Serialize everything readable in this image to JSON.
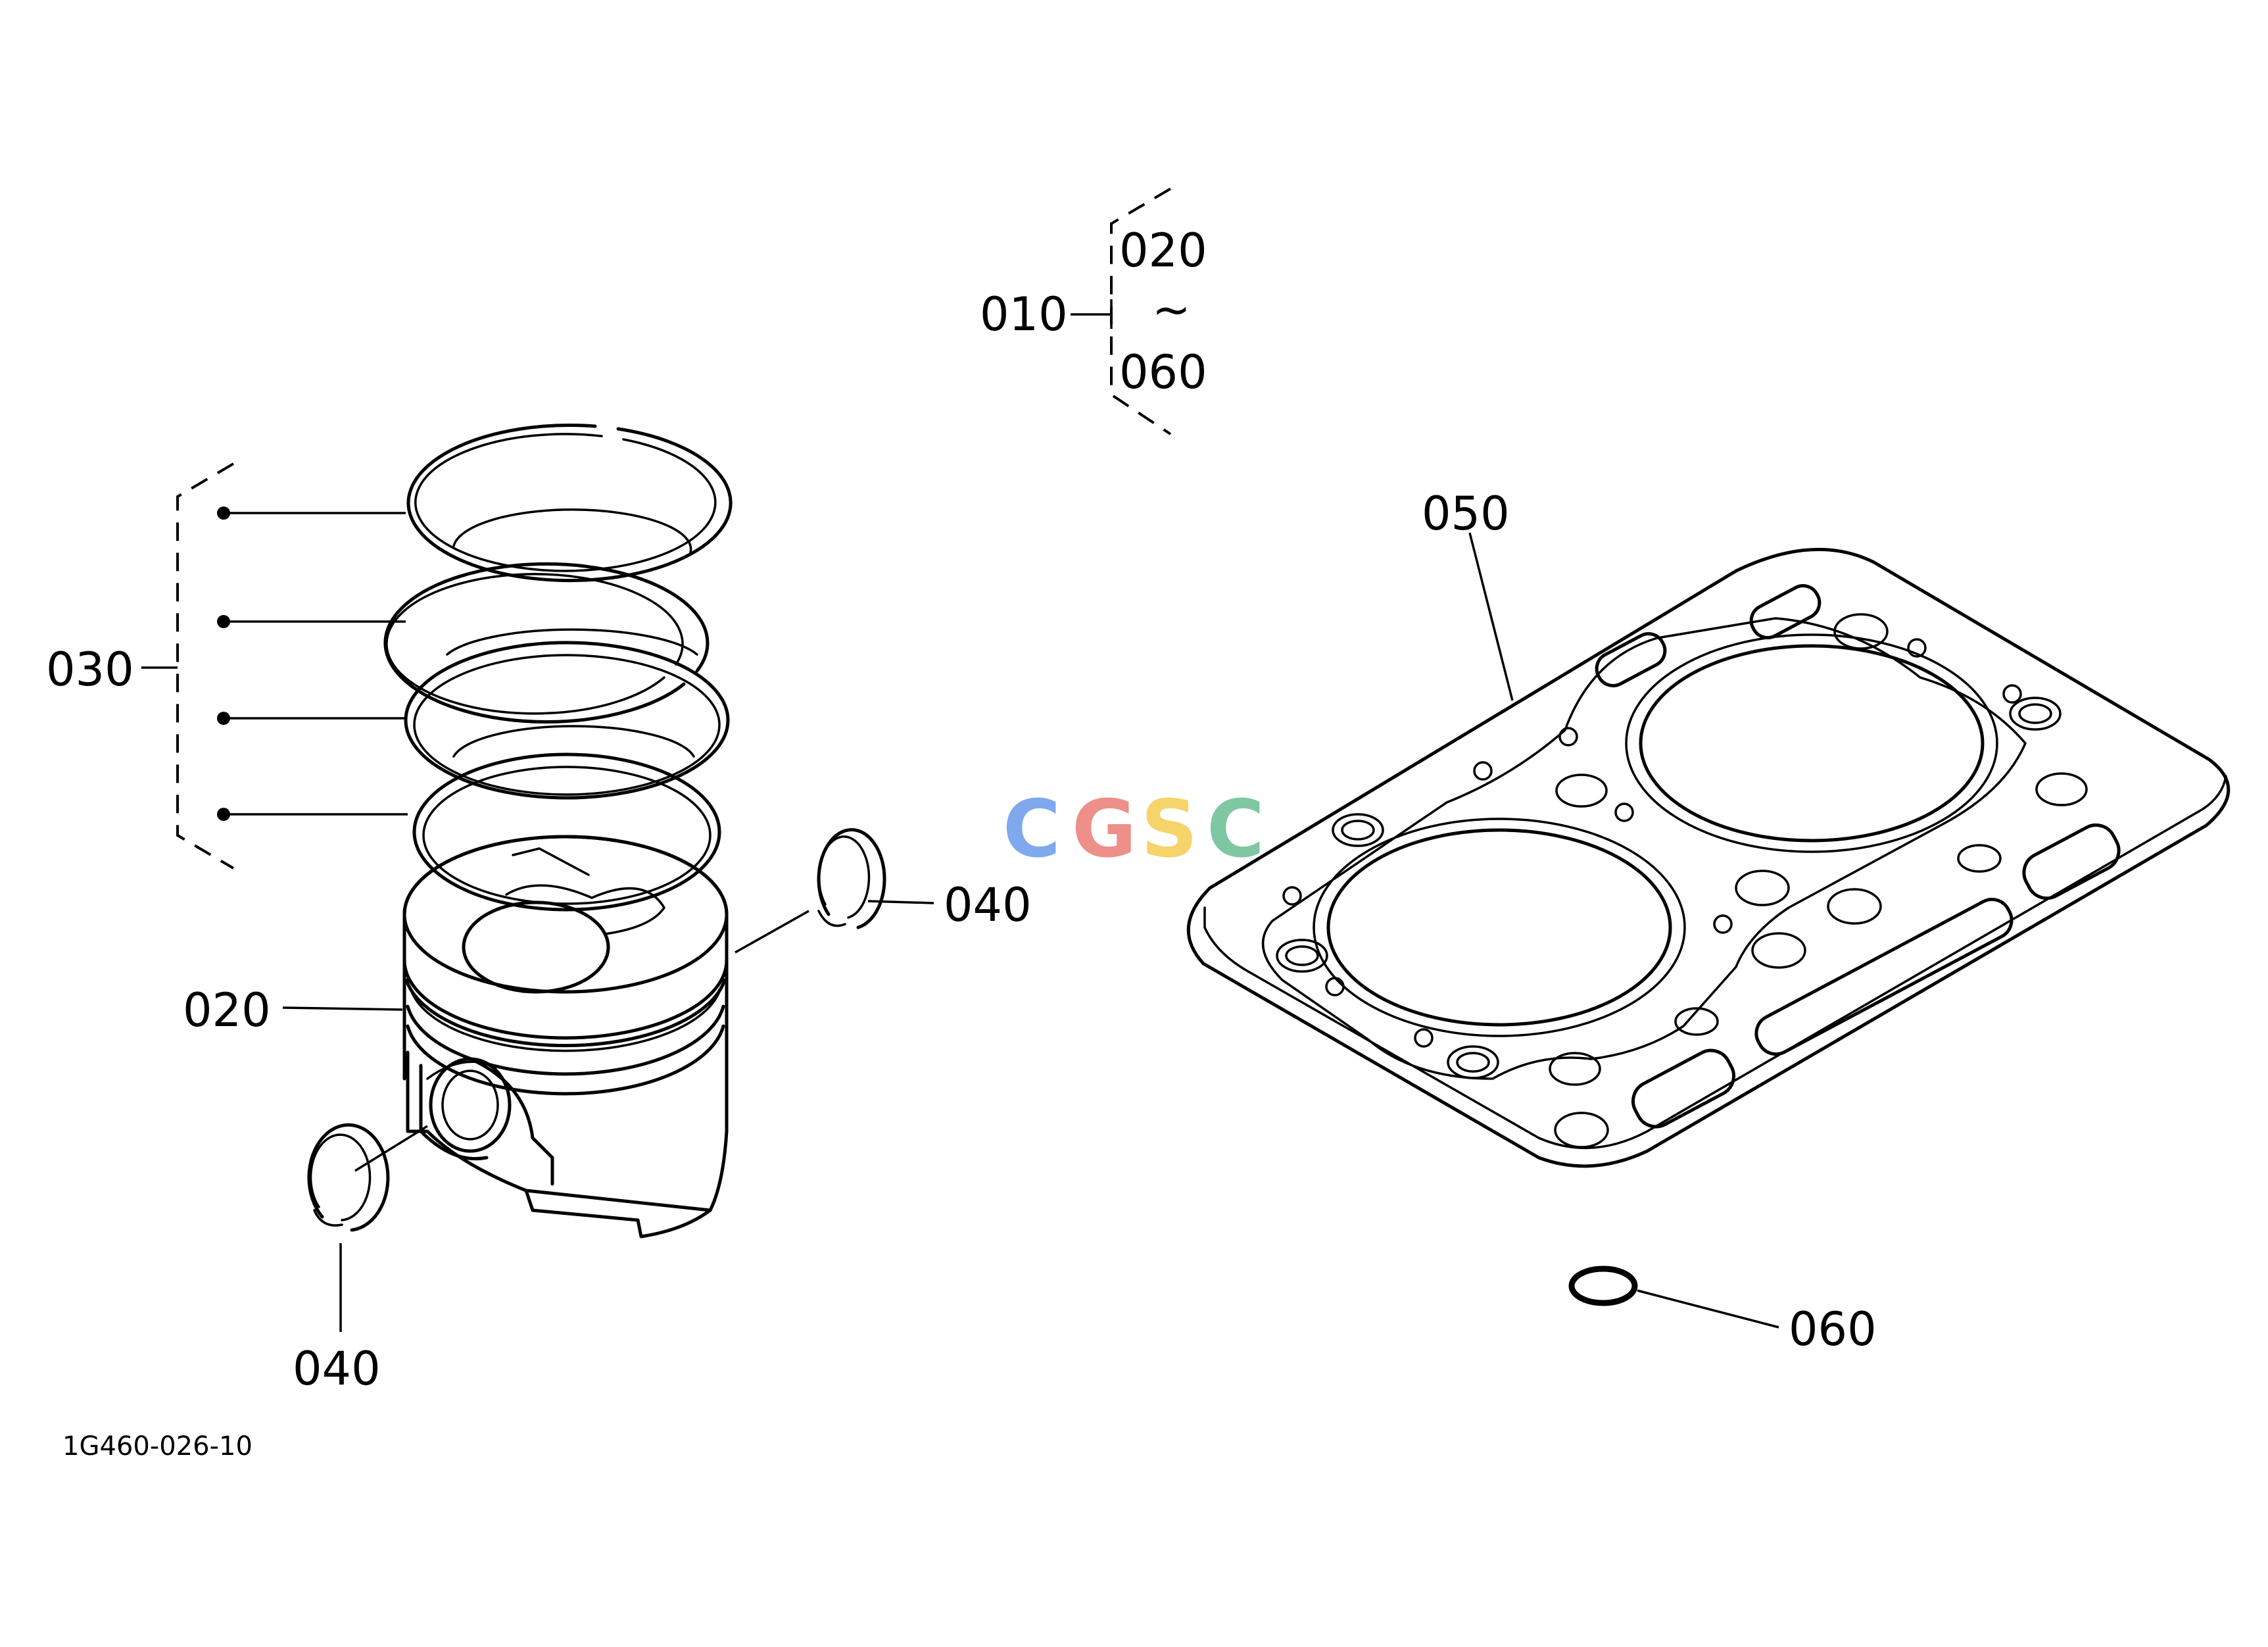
{
  "callouts": {
    "assembly": "010",
    "range_start": "020",
    "range_tilde": "~",
    "range_end": "060",
    "rings": "030",
    "piston": "020",
    "clip_right": "040",
    "clip_bottom": "040",
    "gasket": "050",
    "oring": "060"
  },
  "drawing_code": "1G460-026-10",
  "watermark": {
    "letters": [
      "C",
      "G",
      "S",
      "C"
    ],
    "colors": [
      "#7fa8ee",
      "#ee8f8a",
      "#f5d46b",
      "#7fc7a3"
    ]
  }
}
